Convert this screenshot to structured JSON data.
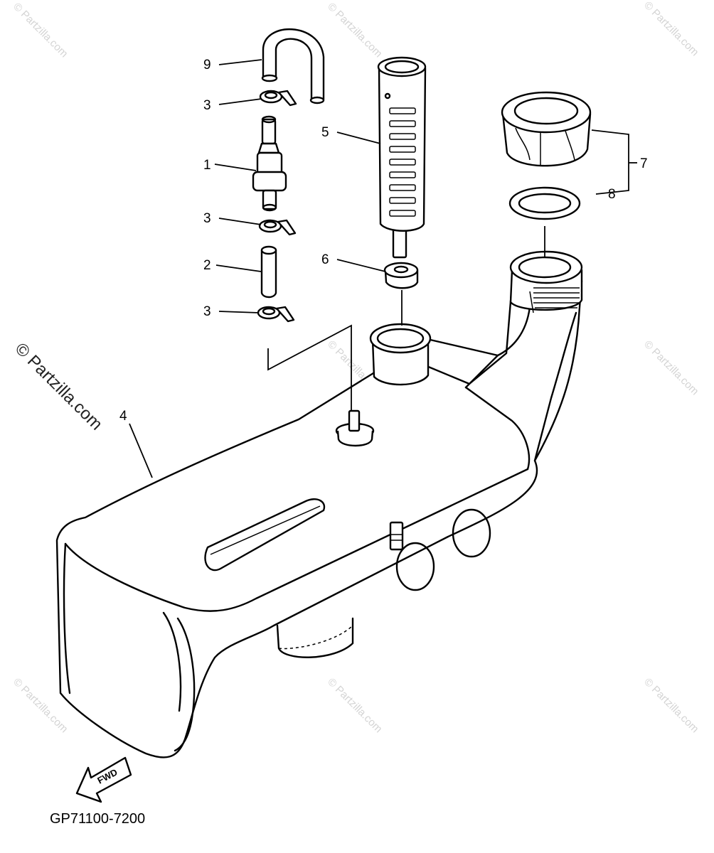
{
  "diagram": {
    "callouts": {
      "part_1": "1",
      "part_2": "2",
      "part_3a": "3",
      "part_3b": "3",
      "part_3c": "3",
      "part_4": "4",
      "part_5": "5",
      "part_6": "6",
      "part_7": "7",
      "part_8": "8",
      "part_9": "9"
    },
    "fwd_label": "FWD",
    "drawing_code": "GP71100-7200"
  },
  "watermark": {
    "text": "© Partzilla.com"
  },
  "colors": {
    "line": "#000000",
    "background": "#ffffff",
    "watermark": "#d4d4d4"
  }
}
